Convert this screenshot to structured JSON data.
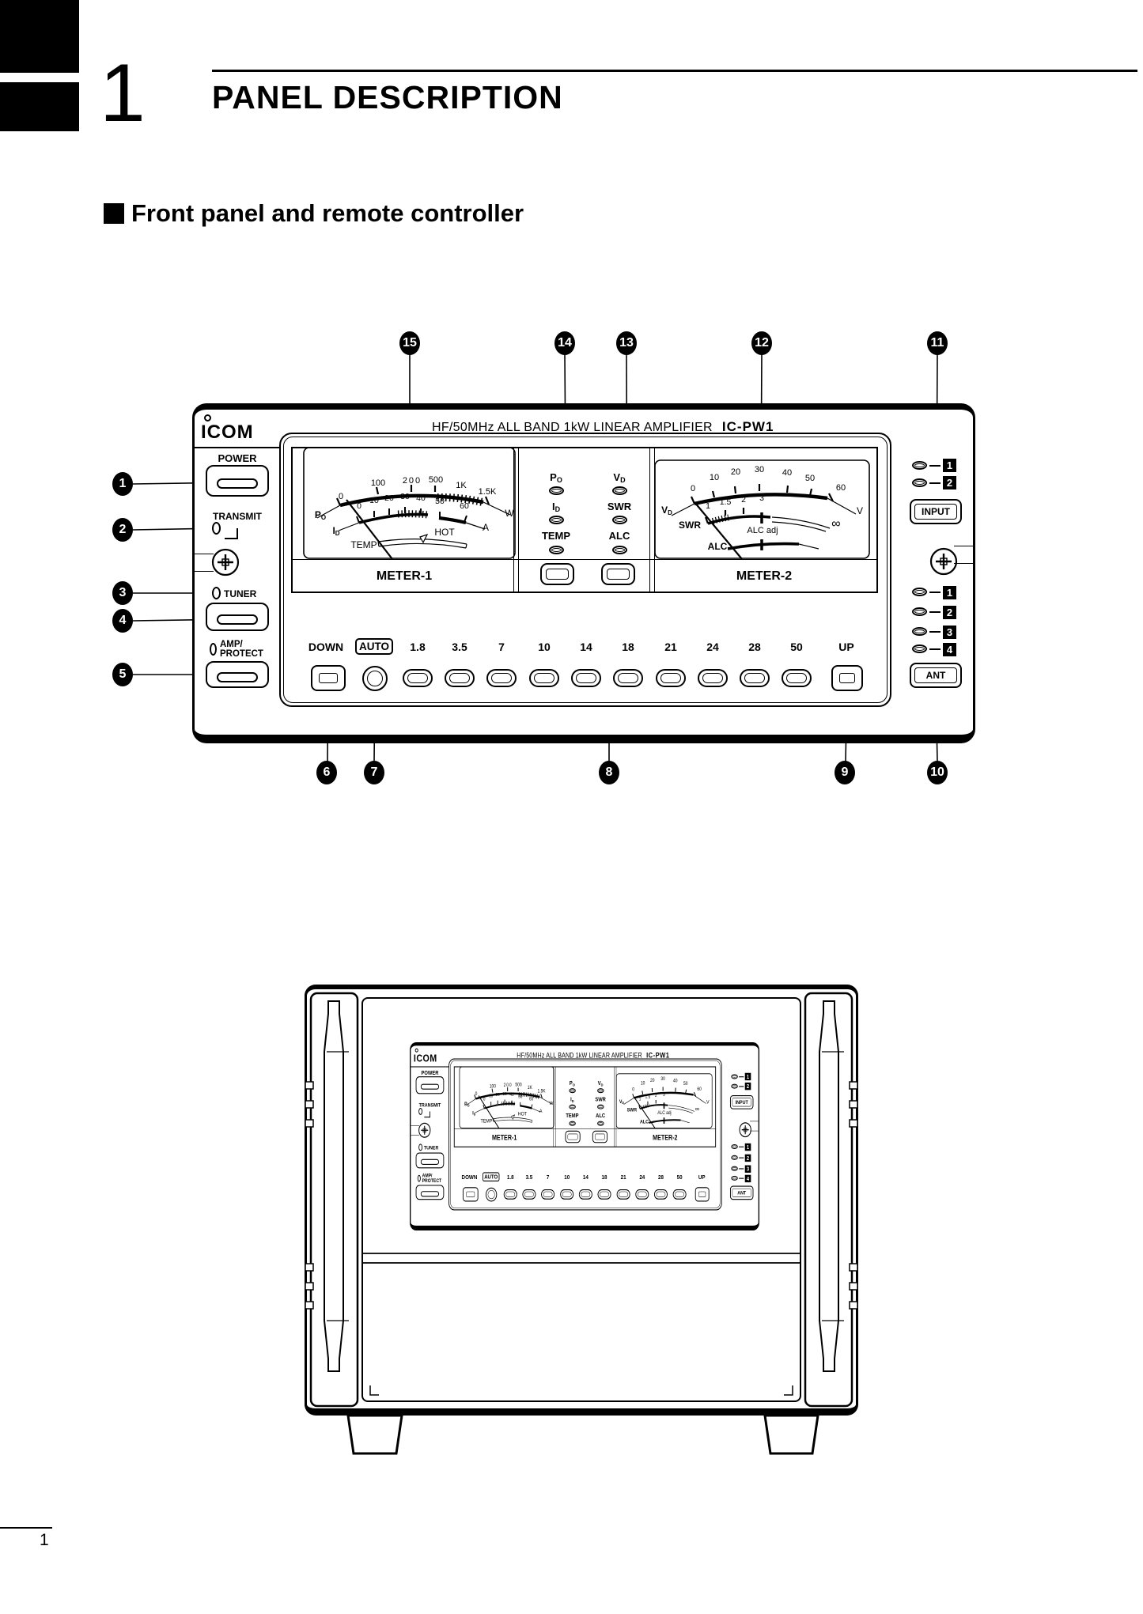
{
  "page": {
    "chapter_number": "1",
    "chapter_title": "PANEL DESCRIPTION",
    "section_title": "Front panel and remote controller",
    "page_number": "1"
  },
  "callouts": [
    "1",
    "2",
    "3",
    "4",
    "5",
    "6",
    "7",
    "8",
    "9",
    "10",
    "11",
    "12",
    "13",
    "14",
    "15"
  ],
  "panel": {
    "brand": "ICOM",
    "title": "HF/50MHz ALL BAND 1kW LINEAR AMPLIFIER",
    "model": "IC-PW1",
    "power_label": "POWER",
    "transmit_label": "TRANSMIT",
    "tuner_label": "TUNER",
    "amp_protect_line1": "AMP/",
    "amp_protect_line2": "PROTECT",
    "meter1": {
      "caption": "METER-1",
      "po": {
        "b": "P",
        "s": "O"
      },
      "id": {
        "b": "I",
        "s": "D"
      },
      "power_scale": [
        "0",
        "100",
        "200",
        "500",
        "1K",
        "1.5K"
      ],
      "power_unit": "W",
      "id_scale": [
        "0",
        "10",
        "20",
        "30",
        "40",
        "50",
        "60"
      ],
      "id_unit": "A",
      "hot": "HOT",
      "temp": "TEMP"
    },
    "meter2": {
      "caption": "METER-2",
      "vd": {
        "b": "V",
        "s": "D"
      },
      "swr_label": "SWR",
      "alc_label": "ALC",
      "vd_scale": [
        "0",
        "10",
        "20",
        "30",
        "40",
        "50",
        "60"
      ],
      "vd_unit": "V",
      "swr_scale": [
        "1",
        "1.5",
        "2",
        "3"
      ],
      "swr_inf": "∞",
      "alc_adj": "ALC adj"
    },
    "indicators": {
      "left_col": [
        {
          "b": "P",
          "s": "O"
        },
        {
          "b": "I",
          "s": "D"
        },
        {
          "b": "TEMP",
          "s": ""
        }
      ],
      "right_col": [
        {
          "b": "V",
          "s": "D"
        },
        {
          "b": "SWR",
          "s": ""
        },
        {
          "b": "ALC",
          "s": ""
        }
      ]
    },
    "right": {
      "input_label": "INPUT",
      "ant_label": "ANT",
      "input_leds": [
        "1",
        "2"
      ],
      "ant_leds": [
        "1",
        "2",
        "3",
        "4"
      ]
    },
    "bands": {
      "down": "DOWN",
      "auto": "AUTO",
      "list": [
        "1.8",
        "3.5",
        "7",
        "10",
        "14",
        "18",
        "21",
        "24",
        "28",
        "50"
      ],
      "up": "UP"
    }
  }
}
